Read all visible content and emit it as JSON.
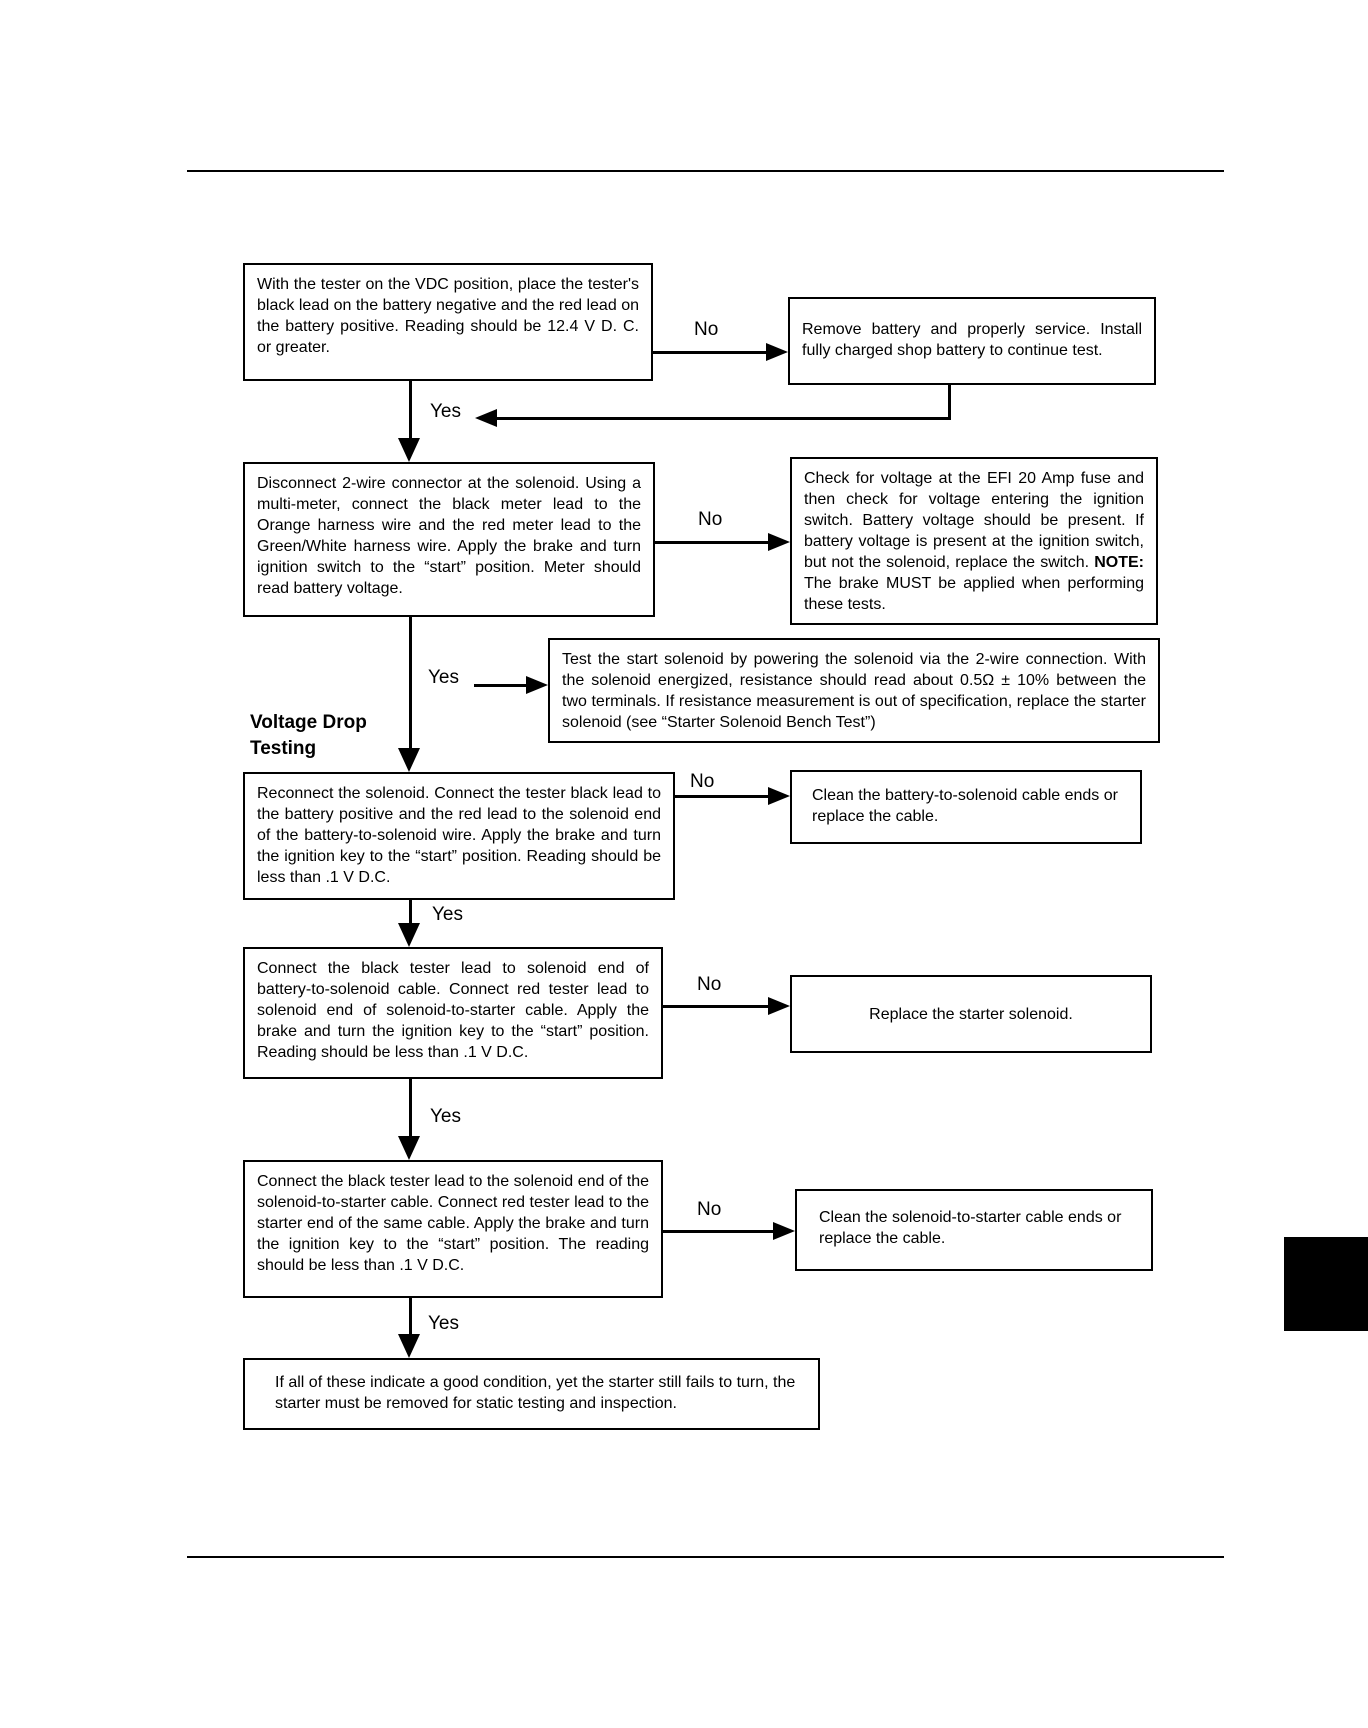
{
  "flowchart": {
    "heading": "Voltage Drop\nTesting",
    "labels": {
      "yes": "Yes",
      "no": "No"
    },
    "boxes": {
      "battery_test": "With the tester on the VDC position, place the tester's black lead on the battery negative and the red lead on the battery positive. Reading should be 12.4 V D. C. or greater.",
      "service_battery": "Remove battery and properly service. Install fully charged shop battery to continue test.",
      "solenoid_connector": "Disconnect 2-wire connector at the solenoid. Using a multi-meter, connect the black meter lead to the Orange harness wire and the red meter lead to the Green/White harness wire. Apply the brake and turn ignition switch to the “start” position. Meter should read battery voltage.",
      "check_fuse": {
        "before_note": "Check for voltage at the EFI 20 Amp fuse and then check for voltage entering the ignition switch. Battery voltage should be present. If battery voltage is present at the ignition switch, but not the solenoid, replace the switch. ",
        "note_label": "NOTE:",
        "after_note": " The brake MUST be applied when performing these tests."
      },
      "test_solenoid": "Test the start solenoid by powering the solenoid via the 2-wire connection. With the solenoid energized, resistance should read about 0.5Ω ± 10% between the two terminals. If resistance measurement is out of specification, replace the starter solenoid (see “Starter Solenoid Bench Test”)",
      "reconnect_solenoid": "Reconnect the solenoid. Connect the tester black lead to the battery positive and the red lead to the solenoid end of the battery-to-solenoid wire. Apply the brake and turn the ignition key to the “start” position. Reading should be less than .1 V D.C.",
      "clean_battery_cable": "Clean the battery-to-solenoid cable ends or replace the cable.",
      "battery_solenoid_cable": "Connect the black tester lead to solenoid end of battery-to-solenoid cable. Connect red tester lead to solenoid end of solenoid-to-starter cable. Apply the brake and turn the ignition key to the “start” position. Reading should be less than .1 V D.C.",
      "replace_solenoid": "Replace the starter solenoid.",
      "solenoid_starter_cable": "Connect the black tester lead to the solenoid end of the solenoid-to-starter cable. Connect red tester lead to the starter end of the same cable. Apply the brake and turn the ignition key to the “start” position. The reading should be less than .1 V D.C.",
      "clean_starter_cable": "Clean the solenoid-to-starter cable ends or replace the cable.",
      "static_testing": "If all of these indicate a good condition, yet the starter still fails to turn, the starter must be removed for static testing and inspection."
    }
  }
}
